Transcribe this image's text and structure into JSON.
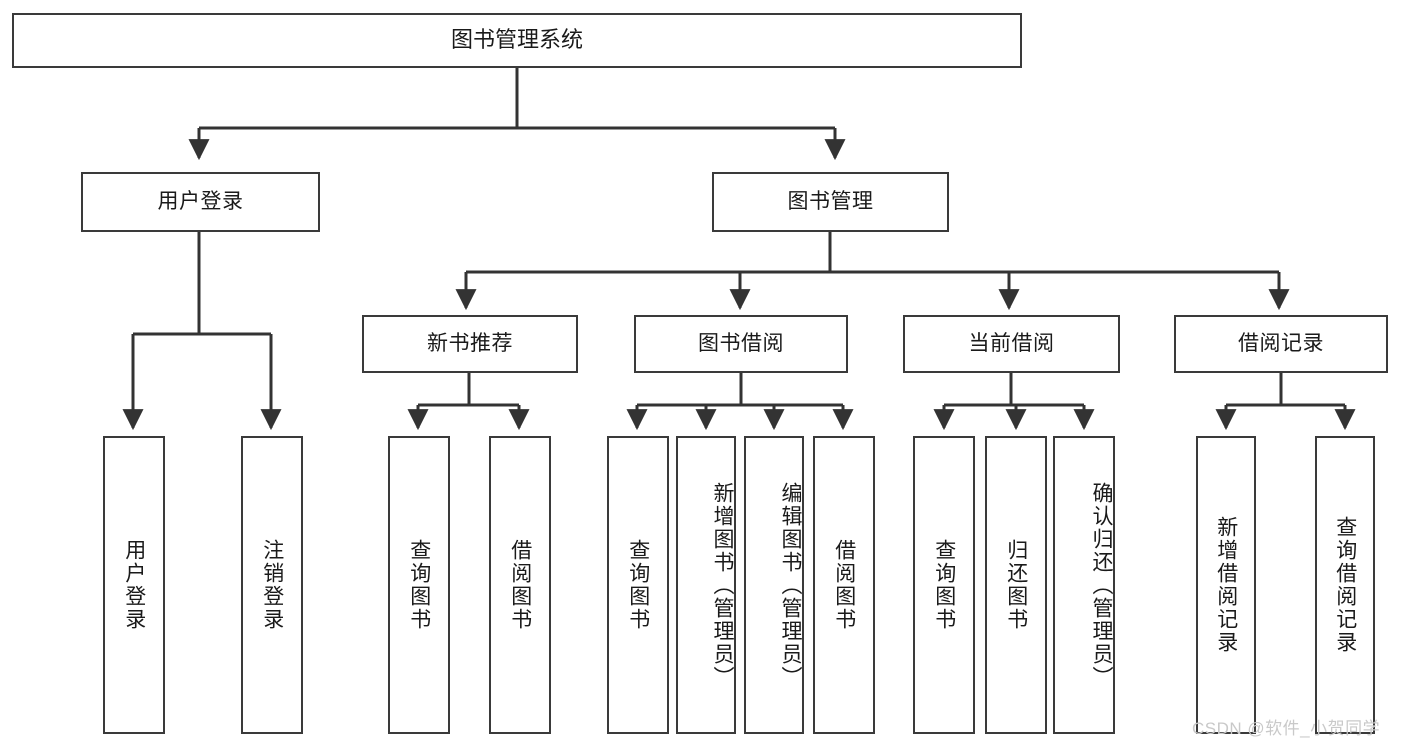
{
  "diagram": {
    "type": "tree-hierarchy-diagram",
    "title": "图书管理系统",
    "colors": {
      "box_border": "#3a3a3a",
      "box_fill": "#ffffff",
      "connector": "#333333",
      "text": "#1a1a1a",
      "watermark": "#c9c9c9",
      "background": "#ffffff"
    },
    "watermark": "CSDN @软件_小贺同学",
    "levels": {
      "level1_label": "图书管理系统",
      "level2": [
        {
          "id": "user_login",
          "label": "用户登录"
        },
        {
          "id": "book_manage",
          "label": "图书管理"
        }
      ],
      "level3": [
        {
          "id": "new_book_rec",
          "label": "新书推荐",
          "parent": "book_manage"
        },
        {
          "id": "book_borrow",
          "label": "图书借阅",
          "parent": "book_manage"
        },
        {
          "id": "current_borrow",
          "label": "当前借阅",
          "parent": "book_manage"
        },
        {
          "id": "borrow_record",
          "label": "借阅记录",
          "parent": "book_manage"
        }
      ],
      "leaves": [
        {
          "id": "leaf_user_login",
          "label": "用户登录",
          "parent": "user_login"
        },
        {
          "id": "leaf_logout",
          "label": "注销登录",
          "parent": "user_login"
        },
        {
          "id": "leaf_query_book_1",
          "label": "查询图书",
          "parent": "new_book_rec"
        },
        {
          "id": "leaf_borrow_book_1",
          "label": "借阅图书",
          "parent": "new_book_rec"
        },
        {
          "id": "leaf_query_book_2",
          "label": "查询图书",
          "parent": "book_borrow"
        },
        {
          "id": "leaf_add_book",
          "label": "新增图书（管理员）",
          "parent": "book_borrow"
        },
        {
          "id": "leaf_edit_book",
          "label": "编辑图书（管理员）",
          "parent": "book_borrow"
        },
        {
          "id": "leaf_borrow_book_2",
          "label": "借阅图书",
          "parent": "book_borrow"
        },
        {
          "id": "leaf_query_book_3",
          "label": "查询图书",
          "parent": "current_borrow"
        },
        {
          "id": "leaf_return_book",
          "label": "归还图书",
          "parent": "current_borrow"
        },
        {
          "id": "leaf_confirm_return",
          "label": "确认归还（管理员）",
          "parent": "current_borrow"
        },
        {
          "id": "leaf_add_record",
          "label": "新增借阅记录",
          "parent": "borrow_record"
        },
        {
          "id": "leaf_query_record",
          "label": "查询借阅记录",
          "parent": "borrow_record"
        }
      ]
    }
  }
}
